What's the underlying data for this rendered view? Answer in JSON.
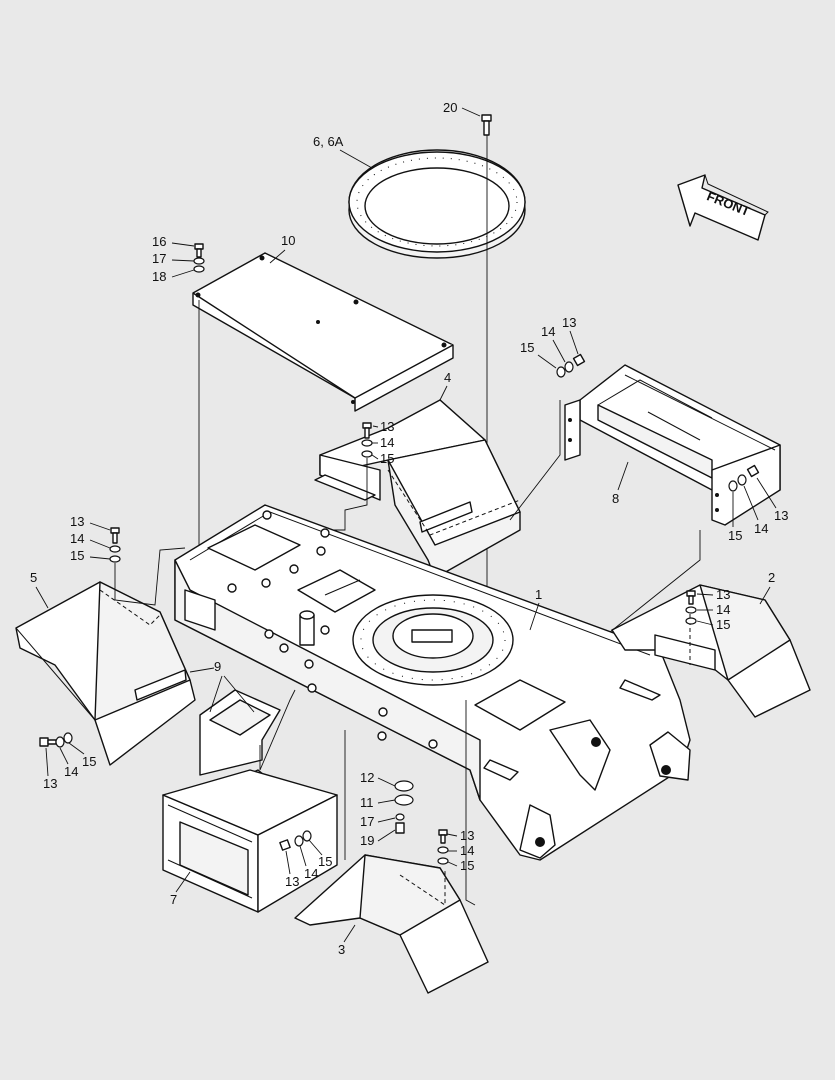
{
  "front_label": "FRONT",
  "callouts": {
    "c20": "20",
    "c6": "6, 6A",
    "c10": "10",
    "c16": "16",
    "c17a": "17",
    "c18": "18",
    "c4": "4",
    "c13_4": "13",
    "c14_4": "14",
    "c15_4": "15",
    "c14_8t": "14",
    "c13_8t": "13",
    "c15_8t": "15",
    "c8": "8",
    "c13_8b": "13",
    "c14_8b": "14",
    "c15_8b": "15",
    "c13_5": "13",
    "c14_5": "14",
    "c15_5": "15",
    "c5": "5",
    "c1": "1",
    "c2": "2",
    "c13_2": "13",
    "c14_2": "14",
    "c15_2": "15",
    "c9": "9",
    "c13_l": "13",
    "c14_l": "14",
    "c15_l": "15",
    "c12": "12",
    "c11": "11",
    "c17b": "17",
    "c19": "19",
    "c13_3": "13",
    "c14_3": "14",
    "c15_3": "15",
    "c15_7": "15",
    "c14_7": "14",
    "c13_7": "13",
    "c7": "7",
    "c3": "3"
  }
}
